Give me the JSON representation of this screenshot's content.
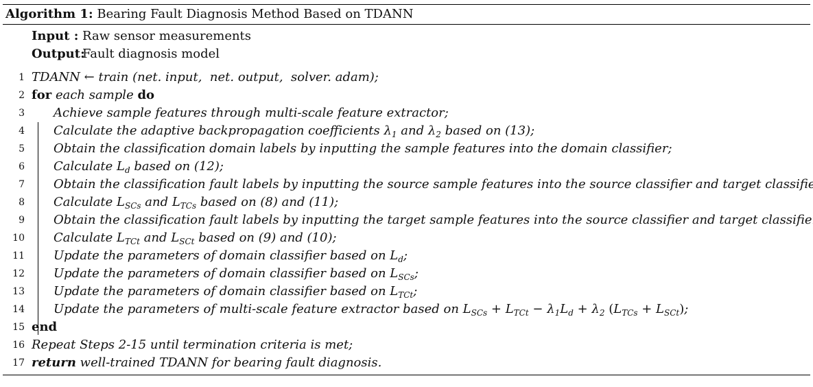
{
  "algorithm": {
    "label": "Algorithm 1:",
    "title": "Bearing Fault Diagnosis Method Based on TDANN",
    "input_key": "Input",
    "input_sep": " : ",
    "input_value": "Raw sensor measurements",
    "output_key": "Output:",
    "output_value": "Fault diagnosis model"
  },
  "steps": [
    {
      "n": "1",
      "text": "TDANN ← train (net. input,  net. output,  solver. adam);"
    },
    {
      "n": "2",
      "kw": "for",
      "text": "each sample",
      "kw2": "do"
    },
    {
      "n": "3",
      "text": "Achieve sample features through multi-scale feature extractor;"
    },
    {
      "n": "4",
      "text": "Calculate the adaptive backpropagation coefficients λ₁ and λ₂ based on (13);"
    },
    {
      "n": "5",
      "text": "Obtain the classification domain labels by inputting the sample features into the domain classifier;"
    },
    {
      "n": "6",
      "text": "Calculate L_d based on (12);"
    },
    {
      "n": "7",
      "text": "Obtain the classification fault labels by inputting the source sample features into the source classifier and target classifier;"
    },
    {
      "n": "8",
      "text": "Calculate L_SCs and L_TCs based on (8) and (11);"
    },
    {
      "n": "9",
      "text": "Obtain the classification fault labels by inputting the target sample features into the source classifier and target classifier;"
    },
    {
      "n": "10",
      "text": "Calculate L_TCt and L_SCt based on (9) and (10);"
    },
    {
      "n": "11",
      "text": "Update the parameters of domain classifier based on L_d;"
    },
    {
      "n": "12",
      "text": "Update the parameters of domain classifier based on L_SCs;"
    },
    {
      "n": "13",
      "text": "Update the parameters of domain classifier based on L_TCt;"
    },
    {
      "n": "14",
      "text": "Update the parameters of multi-scale feature extractor based on L_SCs + L_TCt − λ₁L_d + λ₂ (L_TCs + L_SCt);"
    },
    {
      "n": "15",
      "kw": "end"
    },
    {
      "n": "16",
      "text": "Repeat Steps 2-15 until termination criteria is met;"
    },
    {
      "n": "17",
      "kw": "return",
      "text": "well-trained TDANN for bearing fault diagnosis."
    }
  ]
}
